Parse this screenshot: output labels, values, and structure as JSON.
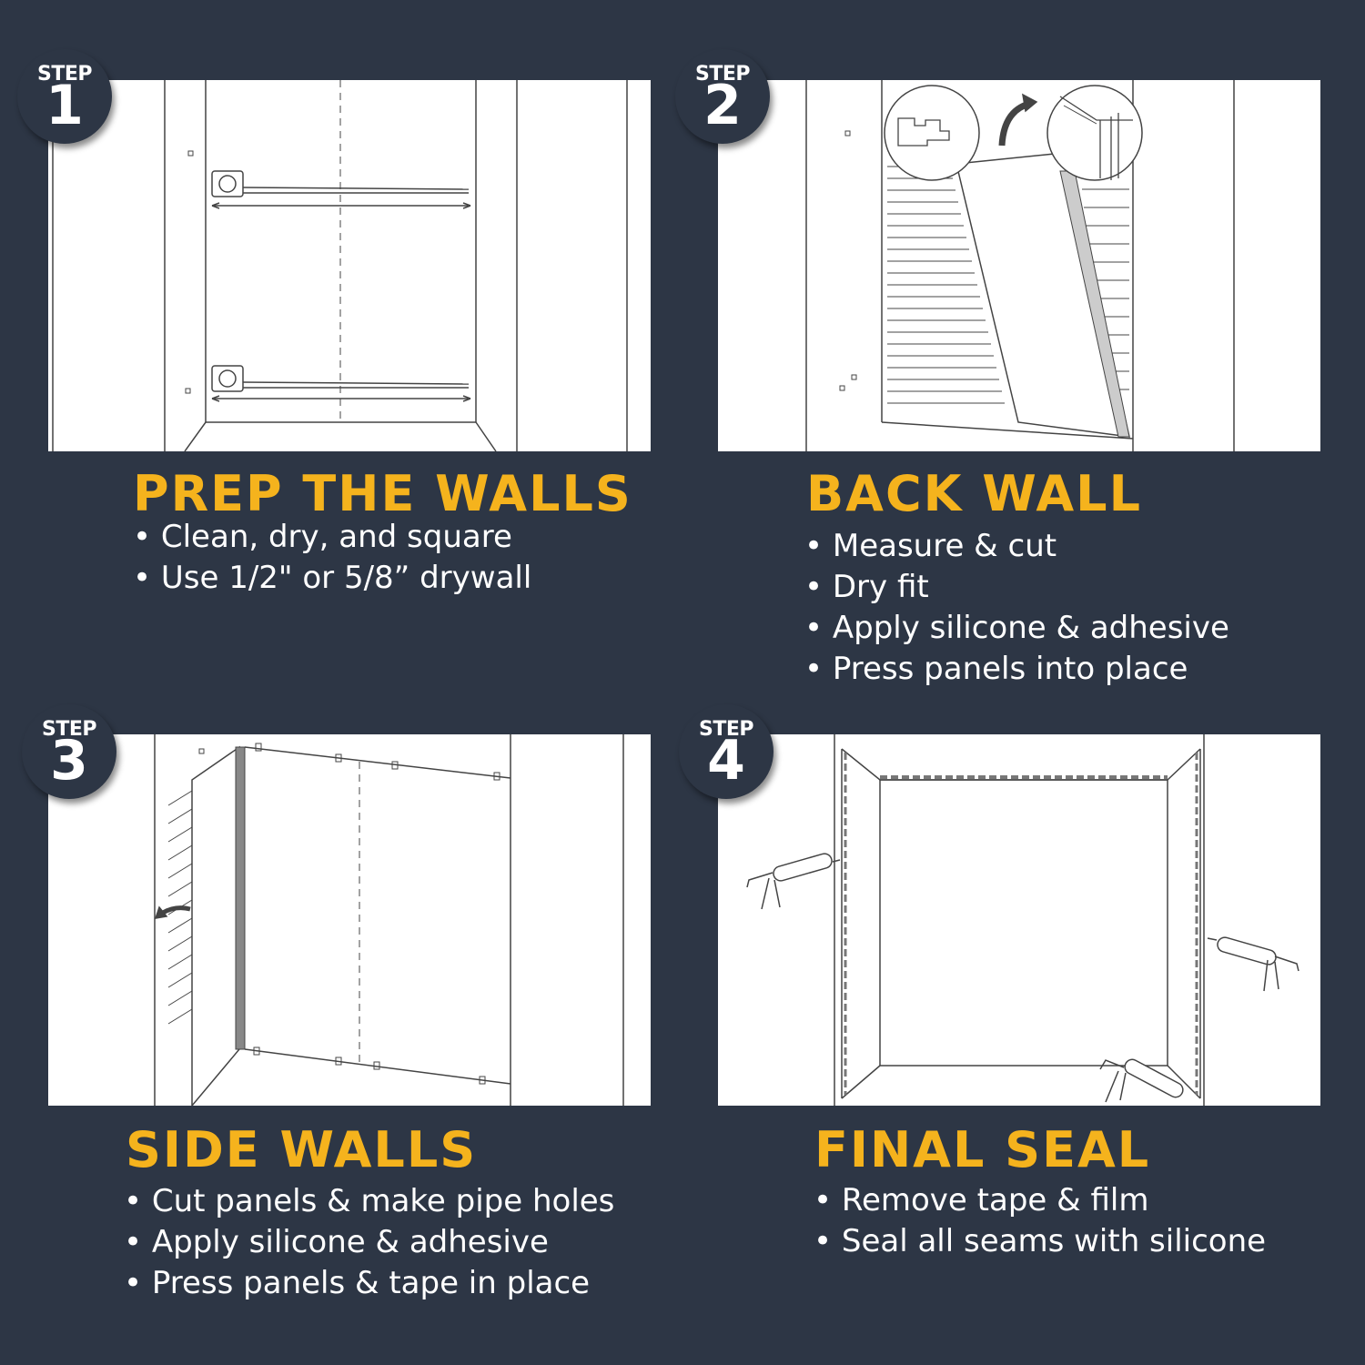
{
  "steps": [
    {
      "step_label": "STEP",
      "number": "1",
      "title": "PREP THE WALLS",
      "bullets": [
        "Clean, dry, and square",
        "Use 1/2\" or 5/8” drywall"
      ]
    },
    {
      "step_label": "STEP",
      "number": "2",
      "title": "BACK WALL",
      "bullets": [
        "Measure & cut",
        "Dry fit",
        "Apply silicone & adhesive",
        "Press panels into place"
      ]
    },
    {
      "step_label": "STEP",
      "number": "3",
      "title": "SIDE WALLS",
      "bullets": [
        "Cut panels & make pipe holes",
        "Apply silicone & adhesive",
        "Press panels & tape in place"
      ]
    },
    {
      "step_label": "STEP",
      "number": "4",
      "title": "FINAL SEAL",
      "bullets": [
        "Remove tape & film",
        "Seal all seams with silicone"
      ]
    }
  ],
  "colors": {
    "background": "#2d3645",
    "title": "#f5b31d",
    "text": "#ffffff",
    "panel": "#ffffff"
  }
}
